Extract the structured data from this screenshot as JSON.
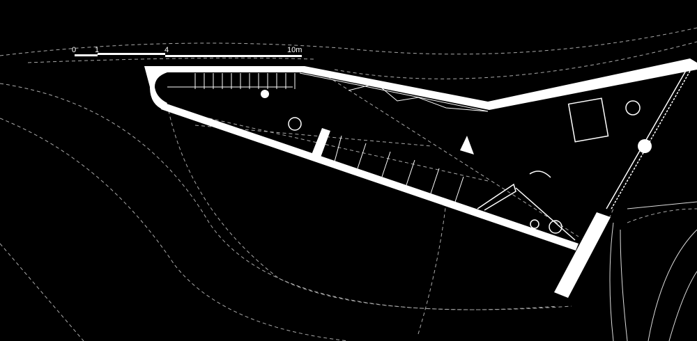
{
  "scale_bar": {
    "labels": [
      "0",
      "1",
      "4",
      "10m"
    ]
  },
  "colors": {
    "background": "#000000",
    "walls": "#ffffff",
    "lines": "#bbbbbb"
  }
}
